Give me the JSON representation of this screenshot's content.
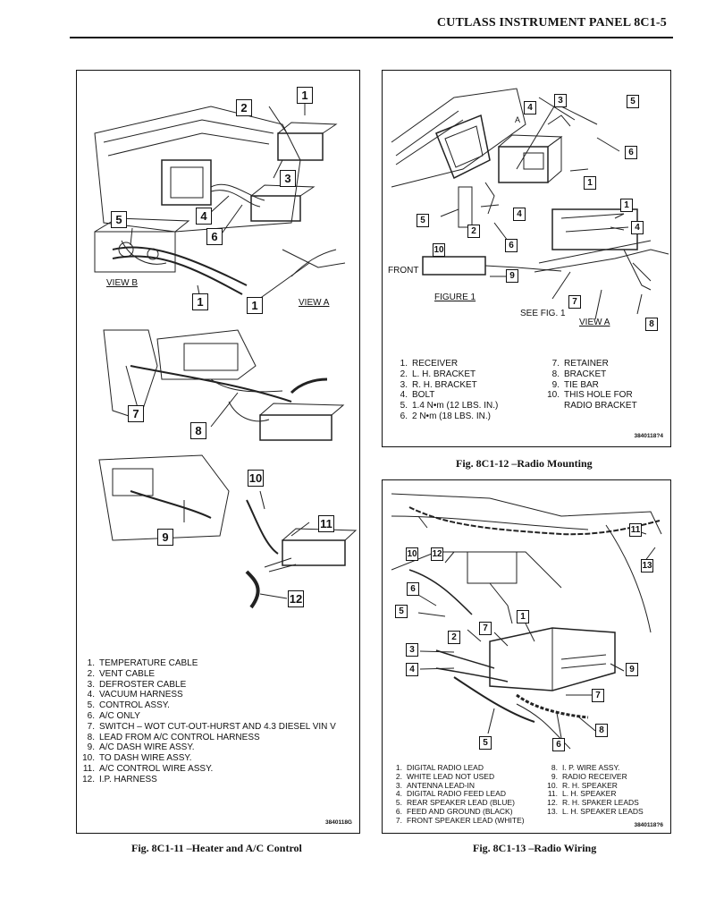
{
  "header": {
    "title": "CUTLASS INSTRUMENT PANEL  8C1-5"
  },
  "fig11": {
    "caption": "Fig. 8C1-11 –Heater and A/C Control",
    "code": "3840118G",
    "view_labels": {
      "view_b": "VIEW B",
      "view_a": "VIEW A"
    },
    "callouts": [
      "1",
      "2",
      "3",
      "4",
      "5",
      "6",
      "7",
      "8",
      "9",
      "10",
      "11",
      "12"
    ],
    "legend": [
      {
        "num": "1.",
        "text": "TEMPERATURE CABLE"
      },
      {
        "num": "2.",
        "text": "VENT CABLE"
      },
      {
        "num": "3.",
        "text": "DEFROSTER CABLE"
      },
      {
        "num": "4.",
        "text": "VACUUM HARNESS"
      },
      {
        "num": "5.",
        "text": "CONTROL ASSY."
      },
      {
        "num": "6.",
        "text": "A/C ONLY"
      },
      {
        "num": "7.",
        "text": "SWITCH – WOT CUT-OUT-HURST AND 4.3 DIESEL VIN V"
      },
      {
        "num": "8.",
        "text": "LEAD FROM A/C CONTROL HARNESS"
      },
      {
        "num": "9.",
        "text": "A/C DASH WIRE ASSY."
      },
      {
        "num": "10.",
        "text": "TO DASH WIRE ASSY."
      },
      {
        "num": "11.",
        "text": "A/C CONTROL WIRE ASSY."
      },
      {
        "num": "12.",
        "text": "I.P. HARNESS"
      }
    ]
  },
  "fig12": {
    "caption": "Fig. 8C1-12 –Radio Mounting",
    "code": "3840118?4",
    "labels": {
      "front": "FRONT",
      "figure": "FIGURE 1",
      "see_fig": "SEE FIG. 1",
      "view_a": "VIEW A",
      "arrow_a": "A"
    },
    "legend_left": [
      {
        "num": "1.",
        "text": "RECEIVER"
      },
      {
        "num": "2.",
        "text": "L. H. BRACKET"
      },
      {
        "num": "3.",
        "text": "R. H. BRACKET"
      },
      {
        "num": "4.",
        "text": "BOLT"
      },
      {
        "num": "5.",
        "text": "1.4 N•m (12 LBS. IN.)"
      },
      {
        "num": "6.",
        "text": "2 N•m (18 LBS. IN.)"
      }
    ],
    "legend_right": [
      {
        "num": "7.",
        "text": "RETAINER"
      },
      {
        "num": "8.",
        "text": "BRACKET"
      },
      {
        "num": "9.",
        "text": "TIE BAR"
      },
      {
        "num": "10.",
        "text": "THIS HOLE FOR"
      },
      {
        "num": "",
        "text": "RADIO BRACKET"
      }
    ]
  },
  "fig13": {
    "caption": "Fig. 8C1-13 –Radio Wiring",
    "code": "3840118?6",
    "legend_left": [
      {
        "num": "1.",
        "text": "DIGITAL RADIO LEAD"
      },
      {
        "num": "2.",
        "text": "WHITE LEAD NOT USED"
      },
      {
        "num": "3.",
        "text": "ANTENNA LEAD-IN"
      },
      {
        "num": "4.",
        "text": "DIGITAL RADIO FEED LEAD"
      },
      {
        "num": "5.",
        "text": "REAR SPEAKER LEAD (BLUE)"
      },
      {
        "num": "6.",
        "text": "FEED AND GROUND (BLACK)"
      },
      {
        "num": "7.",
        "text": "FRONT SPEAKER LEAD (WHITE)"
      }
    ],
    "legend_right": [
      {
        "num": "8.",
        "text": "I. P. WIRE ASSY."
      },
      {
        "num": "9.",
        "text": "RADIO RECEIVER"
      },
      {
        "num": "10.",
        "text": "R. H. SPEAKER"
      },
      {
        "num": "11.",
        "text": "L. H. SPEAKER"
      },
      {
        "num": "12.",
        "text": "R. H. SPAKER LEADS"
      },
      {
        "num": "13.",
        "text": "L. H. SPEAKER LEADS"
      }
    ]
  }
}
